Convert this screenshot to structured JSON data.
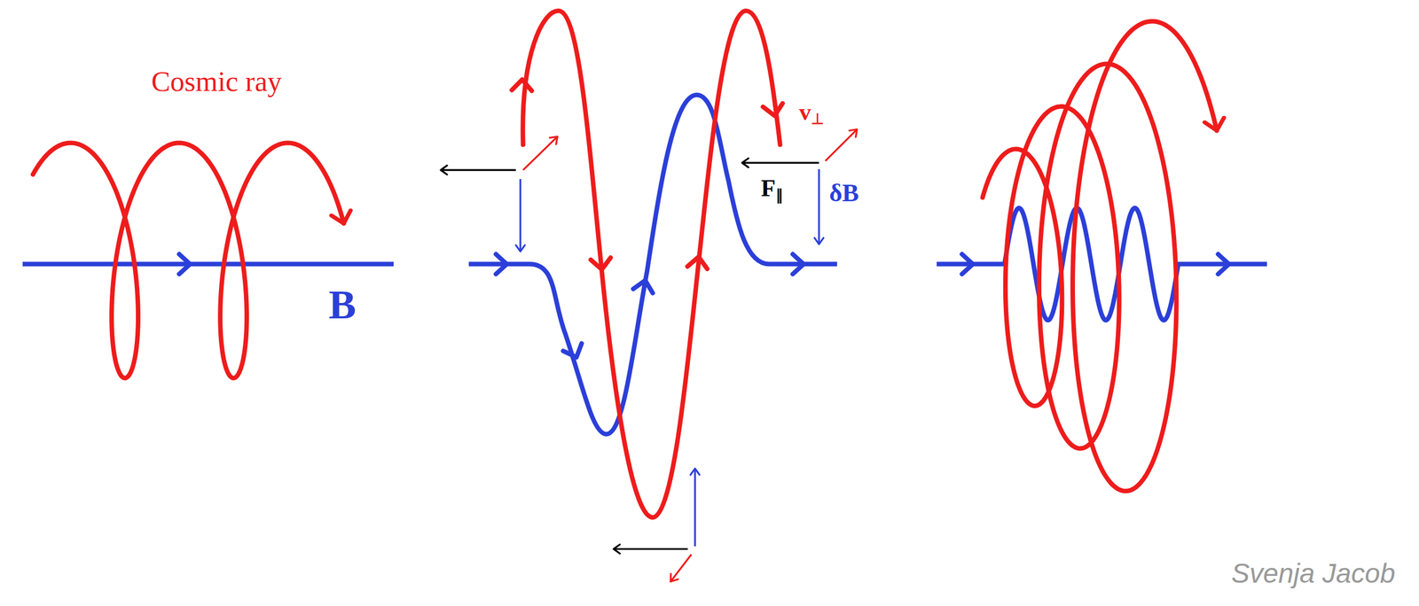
{
  "diagram": {
    "labels": [
      "Cosmic ray",
      "B",
      "v⊥",
      "F∥",
      "δB",
      "Svenja Jacob"
    ]
  }
}
